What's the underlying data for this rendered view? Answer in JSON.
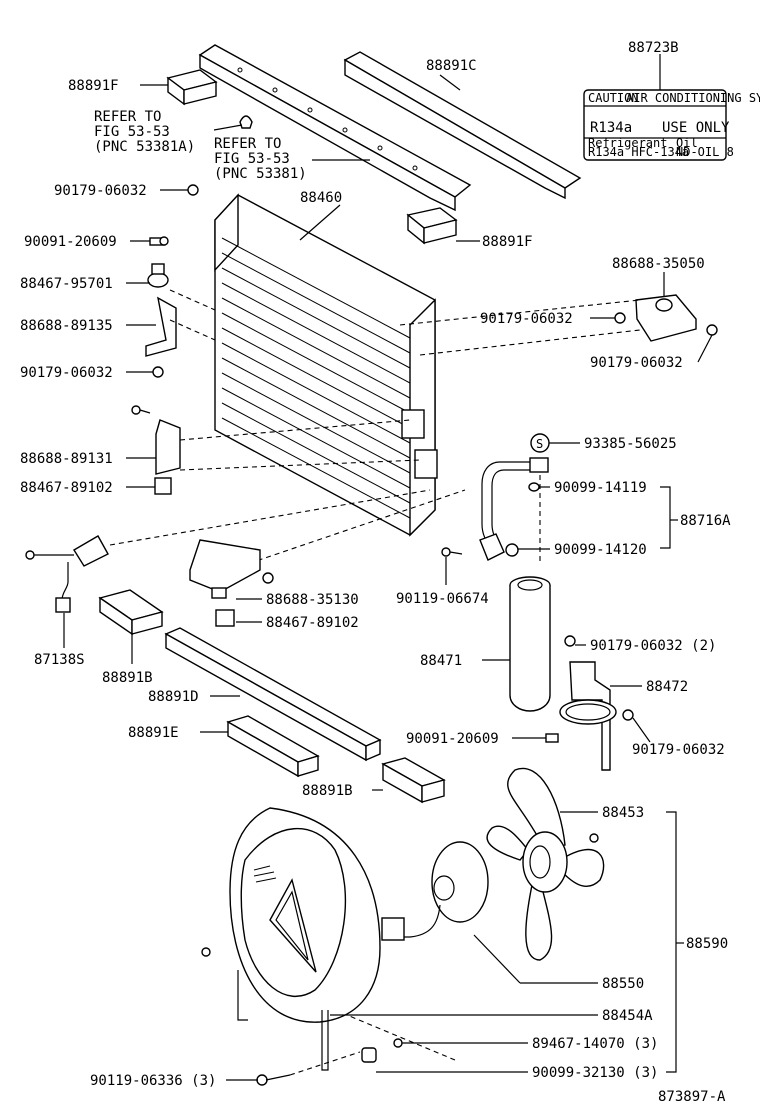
{
  "labels": {
    "l_88891F_top": "88891F",
    "l_88891C": "88891C",
    "l_88723B": "88723B",
    "refer1_line1": "REFER TO",
    "refer1_line2": "FIG 53-53",
    "refer1_line3": "(PNC 53381A)",
    "refer2_line1": "REFER TO",
    "refer2_line2": "FIG 53-53",
    "refer2_line3": "(PNC 53381)",
    "l_90179_06032_a": "90179-06032",
    "l_88460": "88460",
    "l_90091_20609_a": "90091-20609",
    "l_88891F_mid": "88891F",
    "l_88467_95701": "88467-95701",
    "l_88688_35050": "88688-35050",
    "l_88688_89135": "88688-89135",
    "l_90179_06032_b": "90179-06032",
    "l_90179_06032_c": "90179-06032",
    "l_90179_06032_d": "90179-06032",
    "l_93385_56025": "93385-56025",
    "s_mark": "S",
    "l_88688_89131": "88688-89131",
    "l_90099_14119": "90099-14119",
    "l_88467_89102_a": "88467-89102",
    "l_88716A": "88716A",
    "l_90099_14120": "90099-14120",
    "l_90119_06674": "90119-06674",
    "l_88688_35130": "88688-35130",
    "l_88467_89102_b": "88467-89102",
    "l_87138S": "87138S",
    "l_90179_06032_e": "90179-06032 (2)",
    "l_88891B_a": "88891B",
    "l_88471": "88471",
    "l_88472": "88472",
    "l_88891D": "88891D",
    "l_88891E": "88891E",
    "l_90091_20609_b": "90091-20609",
    "l_90179_06032_f": "90179-06032",
    "l_88891B_b": "88891B",
    "l_88453": "88453",
    "l_88590": "88590",
    "l_88550": "88550",
    "l_88454A": "88454A",
    "l_89467_14070": "89467-14070 (3)",
    "l_90099_32130": "90099-32130 (3)",
    "l_90119_06336": "90119-06336 (3)",
    "l_ref": "873897-A"
  },
  "caution_label": {
    "caution": "CAUTION",
    "system": "AIR CONDITIONING SYSTEM",
    "refrigerant": "R134a",
    "use_only": "USE ONLY",
    "small_1": "Refrigerant",
    "small_2": "R134a HFC-134a",
    "small_3": "Oil",
    "small_4": "ND-OIL 8"
  }
}
